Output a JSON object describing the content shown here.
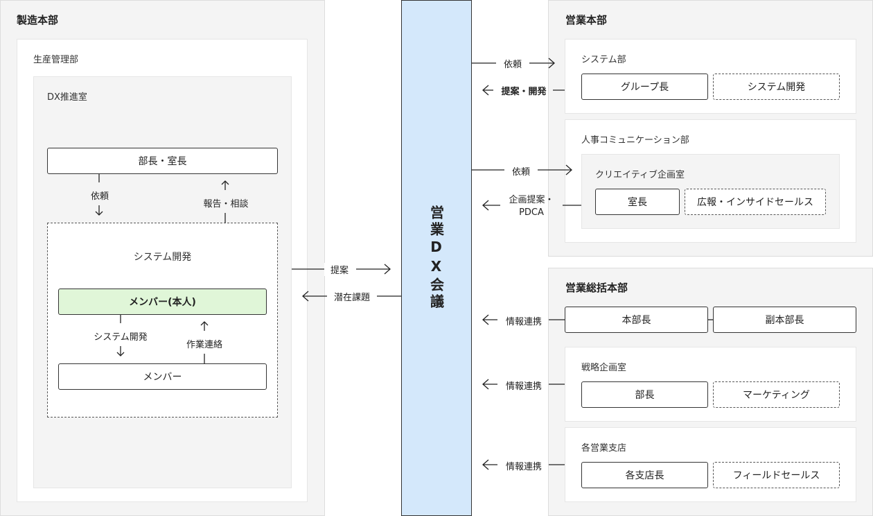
{
  "manufacturing": {
    "title": "製造本部",
    "production": {
      "title": "生産管理部",
      "dx_office": {
        "title": "DX推進室",
        "manager": "部長・室長",
        "request_label": "依頼",
        "report_label": "報告・相談",
        "system_dev": {
          "title": "システム開発",
          "self_member": "メンバー(本人)",
          "dev_label": "システム開発",
          "work_label": "作業連絡",
          "member": "メンバー"
        }
      }
    }
  },
  "center": {
    "title": "営業DX会議",
    "proposal_label": "提案",
    "latent_label": "潜在課題"
  },
  "sales_hq": {
    "title": "営業本部",
    "system_dept": {
      "title": "システム部",
      "group_leader": "グループ長",
      "system_dev": "システム開発",
      "request_label": "依頼",
      "proposal_label": "提案・開発"
    },
    "hr_comm": {
      "title": "人事コミュニケーション部",
      "creative": {
        "title": "クリエイティブ企画室",
        "head": "室長",
        "pr_sales": "広報・インサイドセールス"
      },
      "request_label": "依頼",
      "plan_label_1": "企画提案・",
      "plan_label_2": "PDCA"
    }
  },
  "sales_general": {
    "title": "営業総括本部",
    "hq_head": "本部長",
    "deputy_head": "副本部長",
    "info_label_1": "情報連携",
    "strategy": {
      "title": "戦略企画室",
      "head": "部長",
      "marketing": "マーケティング",
      "info_label": "情報連携"
    },
    "branches": {
      "title": "各営業支店",
      "head": "各支店長",
      "field_sales": "フィールドセールス",
      "info_label": "情報連携"
    }
  }
}
